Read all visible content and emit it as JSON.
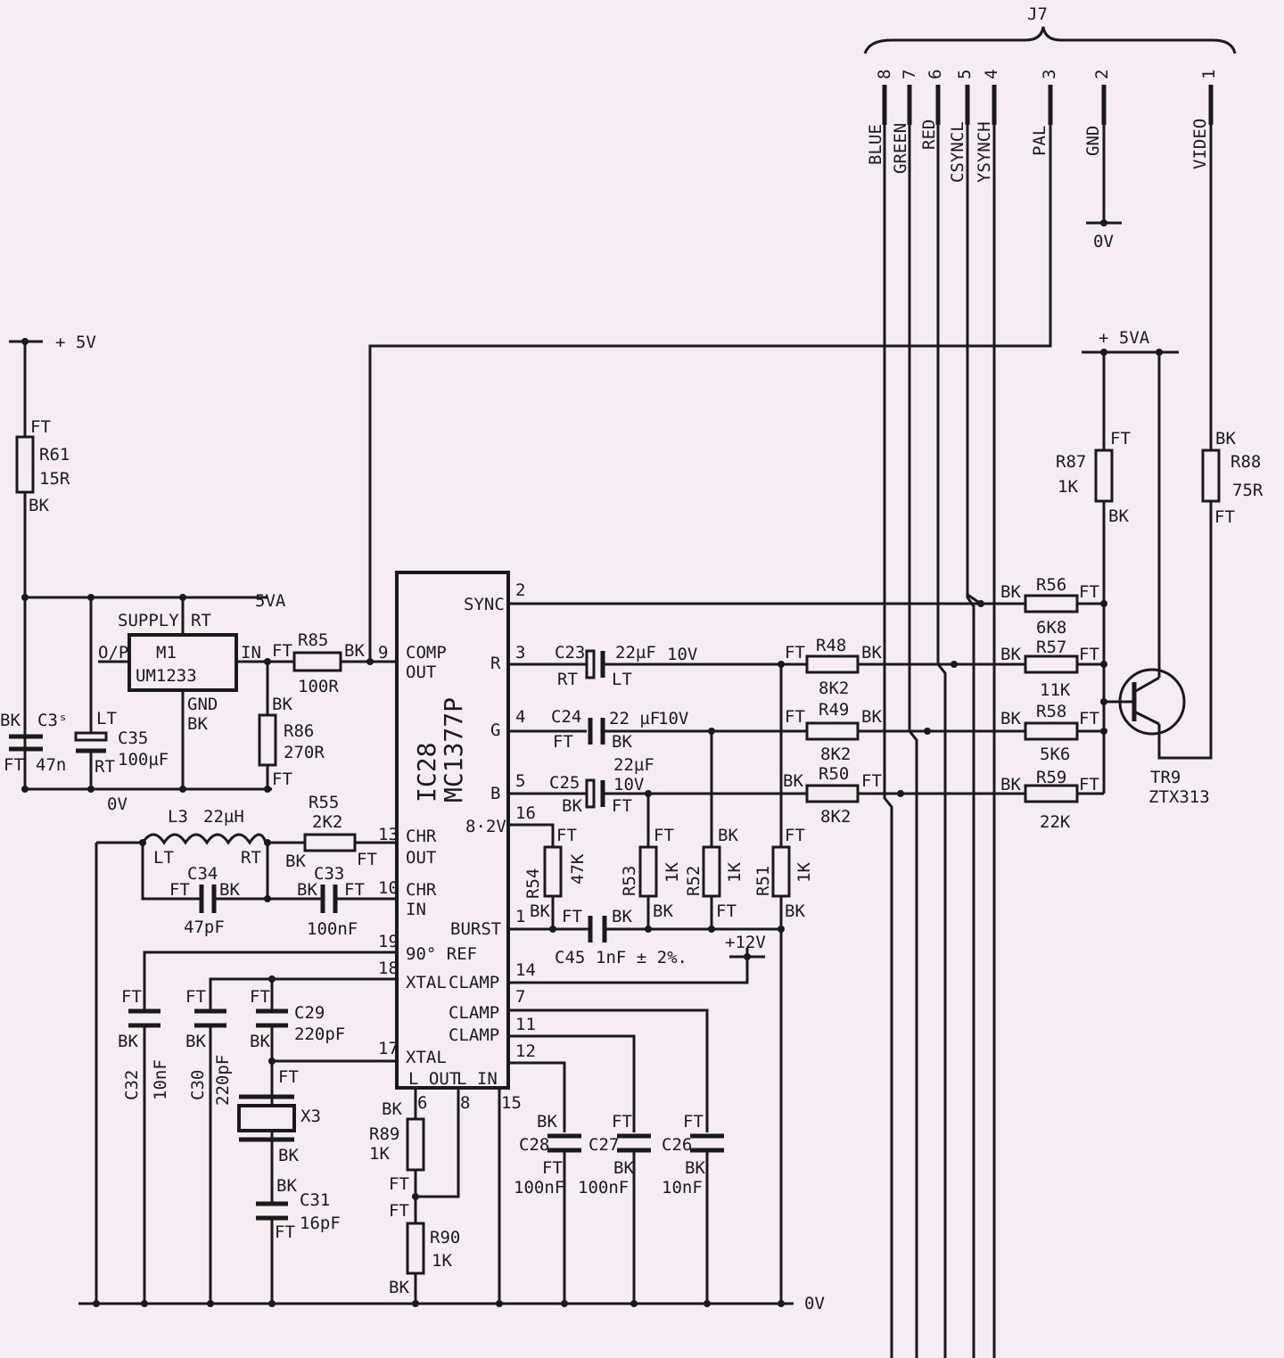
{
  "connector": {
    "ref": "J7",
    "pins": [
      {
        "num": "8",
        "name": "BLUE"
      },
      {
        "num": "7",
        "name": "GREEN"
      },
      {
        "num": "6",
        "name": "RED"
      },
      {
        "num": "5",
        "name": "CSYNCL"
      },
      {
        "num": "4",
        "name": "YSYNCH"
      },
      {
        "num": "3",
        "name": "PAL"
      },
      {
        "num": "2",
        "name": "GND"
      },
      {
        "num": "1",
        "name": "VIDEO"
      }
    ]
  },
  "rails": {
    "p5v": "+ 5V",
    "p5va_left": "5VA",
    "p5va_right": "+ 5VA",
    "zero_v": "0V",
    "p12v": "+12V"
  },
  "ic": {
    "ref": "IC28",
    "part": "MC1377P",
    "pins": {
      "p2": "2",
      "sync": "SYNC",
      "p3": "3",
      "r": "R",
      "p4": "4",
      "g": "G",
      "p5": "5",
      "b": "B",
      "p16": "16",
      "v82": "8·2V",
      "p1": "1",
      "burst": "BURST",
      "p14": "14",
      "clamp1": "CLAMP",
      "p7": "7",
      "clamp2": "CLAMP",
      "p11": "11",
      "clamp3": "CLAMP",
      "p12": "12",
      "lout": "L OUT",
      "lin": "L IN",
      "p9": "9",
      "comp": "COMP",
      "out": "OUT",
      "p13": "13",
      "chr_out1": "CHR",
      "chr_out2": "OUT",
      "p10": "10",
      "chr_in1": "CHR",
      "chr_in2": "IN",
      "p19": "19",
      "ref90": "90° REF",
      "p18": "18",
      "xtal1": "XTAL",
      "p17": "17",
      "xtal2": "XTAL",
      "p6": "6",
      "p8": "8",
      "p15": "15"
    }
  },
  "regulator": {
    "ref": "M1",
    "part": "UM1233",
    "supply": "SUPPLY",
    "rt": "RT",
    "op": "O/P",
    "in": "IN",
    "gnd": "GND",
    "bk": "BK"
  },
  "transistor": {
    "ref": "TR9",
    "part": "ZTX313"
  },
  "parts": {
    "R61": {
      "ref": "R61",
      "val": "15R",
      "t": "FT",
      "b": "BK"
    },
    "C35s": {
      "ref": "C3ˢ",
      "val": "47n",
      "t": "BK",
      "b": "FT"
    },
    "C35": {
      "ref": "C35",
      "val": "100µF",
      "t": "LT",
      "b": "RT"
    },
    "R85": {
      "ref": "R85",
      "val": "100R",
      "l": "FT",
      "r": "BK"
    },
    "R86": {
      "ref": "R86",
      "val": "270R",
      "t": "BK",
      "b": "FT"
    },
    "L3": {
      "ref": "L3",
      "val": "22µH",
      "l": "LT",
      "r": "RT"
    },
    "R55": {
      "ref": "R55",
      "val": "2K2",
      "l": "BK",
      "r": "FT"
    },
    "C34": {
      "ref": "C34",
      "val": "47pF",
      "l": "FT",
      "r": "BK"
    },
    "C33": {
      "ref": "C33",
      "val": "100nF",
      "l": "BK",
      "r": "FT"
    },
    "C32": {
      "ref": "C32",
      "val": "10nF",
      "t": "FT",
      "b": "BK"
    },
    "C30": {
      "ref": "C30",
      "val": "220pF",
      "t": "FT",
      "b": "BK"
    },
    "C29": {
      "ref": "C29",
      "val": "220pF",
      "t": "FT",
      "b": "BK"
    },
    "X3": {
      "ref": "X3",
      "t": "FT",
      "b": "BK"
    },
    "C31": {
      "ref": "C31",
      "val": "16pF",
      "t": "BK",
      "b": "FT"
    },
    "R89": {
      "ref": "R89",
      "val": "1K",
      "t": "BK",
      "b": "FT"
    },
    "R90": {
      "ref": "R90",
      "val": "1K",
      "t": "FT",
      "b": "BK"
    },
    "C23": {
      "ref": "C23",
      "val": "22µF",
      "v": "10V",
      "l": "RT",
      "r": "LT"
    },
    "C24": {
      "ref": "C24",
      "val": "22 µF",
      "v": "10V",
      "l": "FT",
      "r": "BK"
    },
    "C25": {
      "ref": "C25",
      "val": "22µF",
      "v": "10V",
      "l": "BK",
      "r": "FT"
    },
    "R54": {
      "ref": "R54",
      "val": "47K",
      "t": "FT",
      "b": "BK"
    },
    "R53": {
      "ref": "R53",
      "val": "1K",
      "t": "FT",
      "b": "BK"
    },
    "R52": {
      "ref": "R52",
      "val": "1K",
      "t": "BK",
      "b": "FT"
    },
    "R51": {
      "ref": "R51",
      "val": "1K",
      "t": "FT",
      "b": "BK"
    },
    "C45": {
      "ref": "C45",
      "val": "1nF ± 2%.",
      "l": "FT",
      "r": "BK"
    },
    "C28": {
      "ref": "C28",
      "val": "100nF",
      "t": "BK",
      "b": "FT"
    },
    "C27": {
      "ref": "C27",
      "val": "100nF",
      "t": "FT",
      "b": "BK"
    },
    "C26": {
      "ref": "C26",
      "val": "10nF",
      "t": "FT",
      "b": "BK"
    },
    "R48": {
      "ref": "R48",
      "val": "8K2",
      "l": "FT",
      "r": "BK"
    },
    "R49": {
      "ref": "R49",
      "val": "8K2",
      "l": "FT",
      "r": "BK"
    },
    "R50": {
      "ref": "R50",
      "val": "8K2",
      "l": "BK",
      "r": "FT"
    },
    "R56": {
      "ref": "R56",
      "val": "6K8",
      "l": "BK",
      "r": "FT"
    },
    "R57": {
      "ref": "R57",
      "val": "11K",
      "l": "BK",
      "r": "FT"
    },
    "R58": {
      "ref": "R58",
      "val": "5K6",
      "l": "BK",
      "r": "FT"
    },
    "R59": {
      "ref": "R59",
      "val": "22K",
      "l": "BK",
      "r": "FT"
    },
    "R87": {
      "ref": "R87",
      "val": "1K",
      "t": "FT",
      "b": "BK"
    },
    "R88": {
      "ref": "R88",
      "val": "75R",
      "t": "BK",
      "b": "FT"
    }
  }
}
